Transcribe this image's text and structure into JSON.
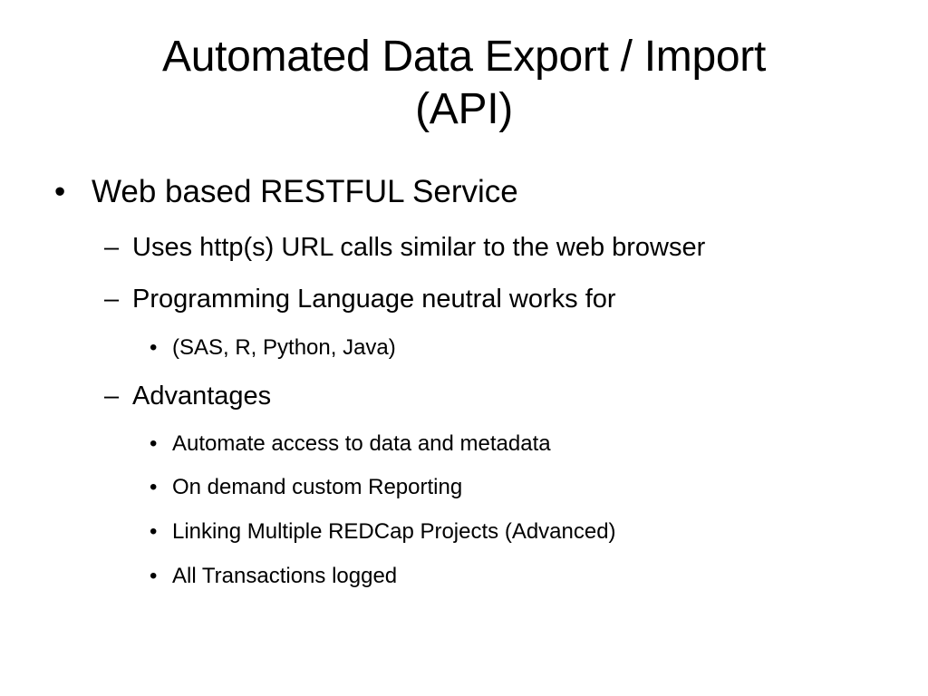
{
  "slide": {
    "title_line1": "Automated Data Export / Import",
    "title_line2": "(API)",
    "level1": {
      "marker": "•",
      "text": "Web based RESTFUL Service"
    },
    "level2": [
      {
        "marker": "–",
        "text": "Uses http(s) URL calls similar to the web browser"
      },
      {
        "marker": "–",
        "text": "Programming Language neutral works for"
      },
      {
        "marker": "–",
        "text": "Advantages"
      }
    ],
    "level3_languages": [
      {
        "marker": "•",
        "text": "(SAS, R, Python, Java)"
      }
    ],
    "level3_advantages": [
      {
        "marker": "•",
        "text": "Automate access to data and metadata"
      },
      {
        "marker": "•",
        "text": "On demand custom Reporting"
      },
      {
        "marker": "•",
        "text": "Linking Multiple REDCap Projects (Advanced)"
      },
      {
        "marker": "•",
        "text": "All Transactions logged"
      }
    ]
  }
}
